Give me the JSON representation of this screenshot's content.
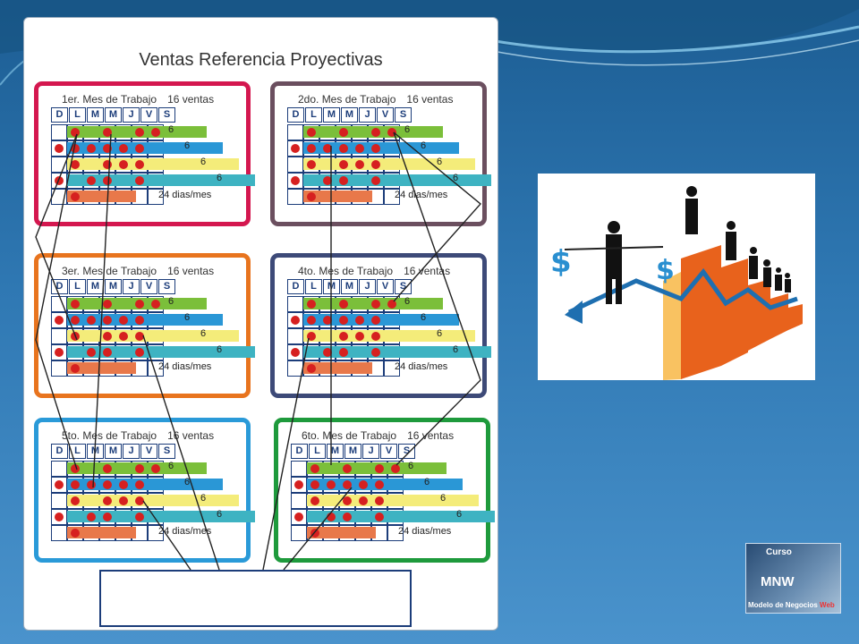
{
  "slide_title": "Ventas Referencia Proyectivas",
  "day_labels": [
    "D",
    "L",
    "M",
    "M",
    "J",
    "V",
    "S"
  ],
  "band_colors": [
    "#7bbf3a",
    "#2a97d6",
    "#f4ec7a",
    "#3eb3c2",
    "#e8784a"
  ],
  "cards": [
    {
      "month_label": "1er. Mes de Trabajo",
      "sales_label": "16 ventas",
      "border_color": "#d4174f",
      "row_values": [
        "6",
        "6",
        "6",
        "6"
      ],
      "total_label": "24 dias/mes"
    },
    {
      "month_label": "2do. Mes de Trabajo",
      "sales_label": "16 ventas",
      "border_color": "#6b4f5f",
      "row_values": [
        "6",
        "6",
        "6",
        "6"
      ],
      "total_label": "24 dias/mes"
    },
    {
      "month_label": "3er. Mes de Trabajo",
      "sales_label": "16 ventas",
      "border_color": "#e8741e",
      "row_values": [
        "6",
        "6",
        "6",
        "6"
      ],
      "total_label": "24 dias/mes"
    },
    {
      "month_label": "4to. Mes de Trabajo",
      "sales_label": "16 ventas",
      "border_color": "#3d4a78",
      "row_values": [
        "6",
        "6",
        "6",
        "6"
      ],
      "total_label": "24 dias/mes"
    },
    {
      "month_label": "5to. Mes de Trabajo",
      "sales_label": "16 ventas",
      "border_color": "#2a9ad8",
      "row_values": [
        "6",
        "6",
        "6",
        "6"
      ],
      "total_label": "24 dias/mes"
    },
    {
      "month_label": "6to. Mes de Trabajo",
      "sales_label": "16 ventas",
      "border_color": "#1e9a3c",
      "row_values": [
        "6",
        "6",
        "6",
        "6"
      ],
      "total_label": "24 dias/mes"
    }
  ],
  "photo": {
    "icon": "business-success-illustration-icon",
    "symbol": "$"
  },
  "logo": {
    "line1": "Curso",
    "line2": "MNW",
    "line3": "Modelo de Negocios",
    "line3_accent": "Web"
  }
}
